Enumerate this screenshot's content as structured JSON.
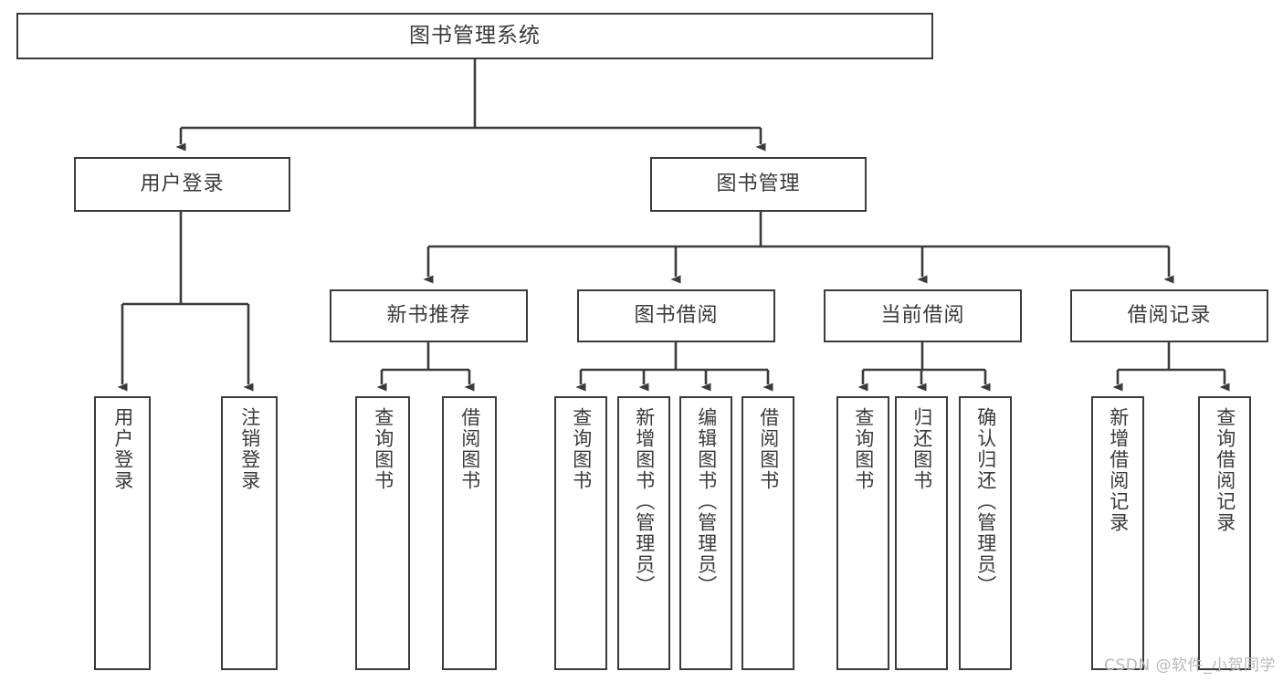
{
  "diagram": {
    "title": "图书管理系统",
    "watermark": "CSDN @软件_小贺同学",
    "stroke_color": "#3b3b3b",
    "text_color": "#3a3a3a",
    "background_color": "#ffffff",
    "watermark_color": "#b9b9b9"
  },
  "chart_data": {
    "type": "tree",
    "title": "图书管理系统",
    "root": {
      "label": "图书管理系统",
      "children": [
        {
          "label": "用户登录",
          "children": [
            {
              "label": "用户登录"
            },
            {
              "label": "注销登录"
            }
          ]
        },
        {
          "label": "图书管理",
          "children": [
            {
              "label": "新书推荐",
              "children": [
                {
                  "label": "查询图书"
                },
                {
                  "label": "借阅图书"
                }
              ]
            },
            {
              "label": "图书借阅",
              "children": [
                {
                  "label": "查询图书"
                },
                {
                  "label": "新增图书（管理员）"
                },
                {
                  "label": "编辑图书（管理员）"
                },
                {
                  "label": "借阅图书"
                }
              ]
            },
            {
              "label": "当前借阅",
              "children": [
                {
                  "label": "查询图书"
                },
                {
                  "label": "归还图书"
                },
                {
                  "label": "确认归还（管理员）"
                }
              ]
            },
            {
              "label": "借阅记录",
              "children": [
                {
                  "label": "新增借阅记录"
                },
                {
                  "label": "查询借阅记录"
                }
              ]
            }
          ]
        }
      ]
    }
  },
  "nodes": {
    "root": {
      "label": "图书管理系统"
    },
    "level1": [
      {
        "label": "用户登录"
      },
      {
        "label": "图书管理"
      }
    ],
    "level2": [
      {
        "label": "新书推荐"
      },
      {
        "label": "图书借阅"
      },
      {
        "label": "当前借阅"
      },
      {
        "label": "借阅记录"
      }
    ],
    "leaves_user": [
      {
        "label": "用户登录"
      },
      {
        "label": "注销登录"
      }
    ],
    "leaves_new_books": [
      {
        "label": "查询图书"
      },
      {
        "label": "借阅图书"
      }
    ],
    "leaves_borrow": [
      {
        "label": "查询图书"
      },
      {
        "label": "新增图书（管理员）"
      },
      {
        "label": "编辑图书（管理员）"
      },
      {
        "label": "借阅图书"
      }
    ],
    "leaves_current": [
      {
        "label": "查询图书"
      },
      {
        "label": "归还图书"
      },
      {
        "label": "确认归还（管理员）"
      }
    ],
    "leaves_records": [
      {
        "label": "新增借阅记录"
      },
      {
        "label": "查询借阅记录"
      }
    ]
  }
}
